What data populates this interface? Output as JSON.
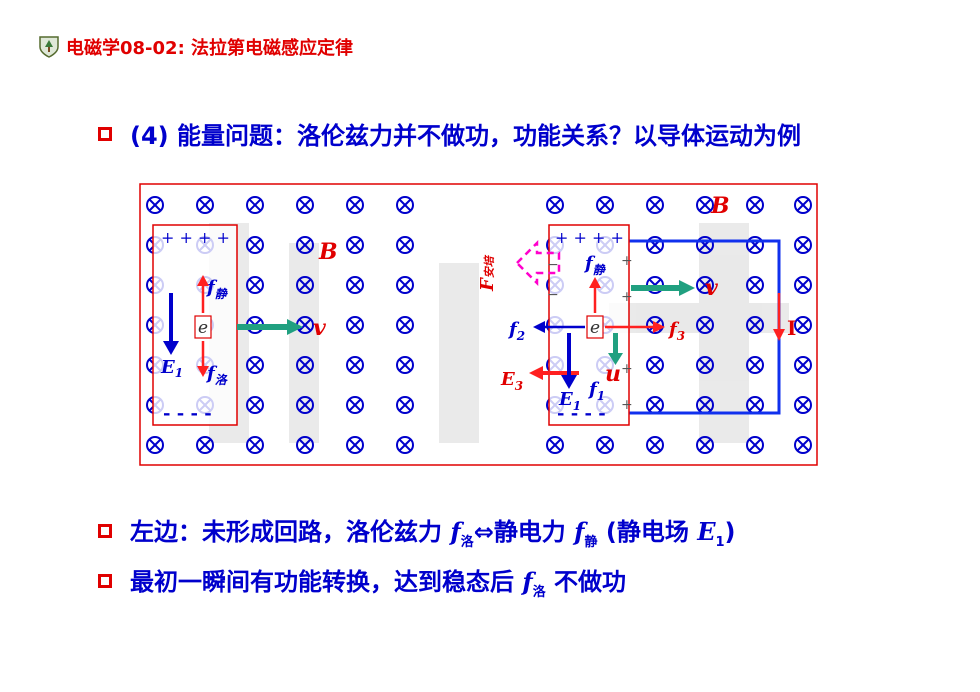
{
  "header": {
    "title": "电磁学08-02: 法拉第电磁感应定律"
  },
  "bullets": [
    {
      "text": "(4) 能量问题：洛伦兹力并不做功，功能关系？以导体运动为例"
    },
    {
      "prefix": "左边：未形成回路，洛伦兹力 ",
      "f": "f",
      "sub1": "洛",
      "mid": "⇔静电力 ",
      "f2": "f",
      "sub2": "静",
      "suffix": " (静电场 ",
      "E": "E",
      "sub3": "1",
      "end": ")"
    },
    {
      "prefix": "最初一瞬间有功能转换，达到稳态后 ",
      "f": "f",
      "sub1": "洛",
      "suffix": " 不做功"
    }
  ],
  "diagram": {
    "labels": {
      "B_left": "B",
      "B_right": "B",
      "v_left": "v",
      "v_right": "v",
      "e_left": "e",
      "e_right": "e",
      "E1_left": "E",
      "E1_left_sub": "1",
      "f_jing_left": "f",
      "f_jing_left_sub": "静",
      "f_luo_left": "f",
      "f_luo_left_sub": "洛",
      "plus_row": "+ + + +",
      "minus_row": "- - - -",
      "F_anpei": "F",
      "F_anpei_sub": "安培",
      "f_jing_right": "f",
      "f_jing_right_sub": "静",
      "f2": "f",
      "f2_sub": "2",
      "f3": "f",
      "f3_sub": "3",
      "E3": "E",
      "E3_sub": "3",
      "E1_right": "E",
      "E1_right_sub": "1",
      "f1": "f",
      "f1_sub": "1",
      "u": "u",
      "I": "I"
    },
    "colors": {
      "frame": "#e00000",
      "cross": "#0000cc",
      "arrow_red": "#ff2020",
      "arrow_blue": "#0000cc",
      "arrow_green": "#20a080",
      "magenta": "#ff00cc",
      "circuit": "#1030ee"
    },
    "icons": {
      "into_page_symbol": "circle-cross-icon"
    }
  }
}
